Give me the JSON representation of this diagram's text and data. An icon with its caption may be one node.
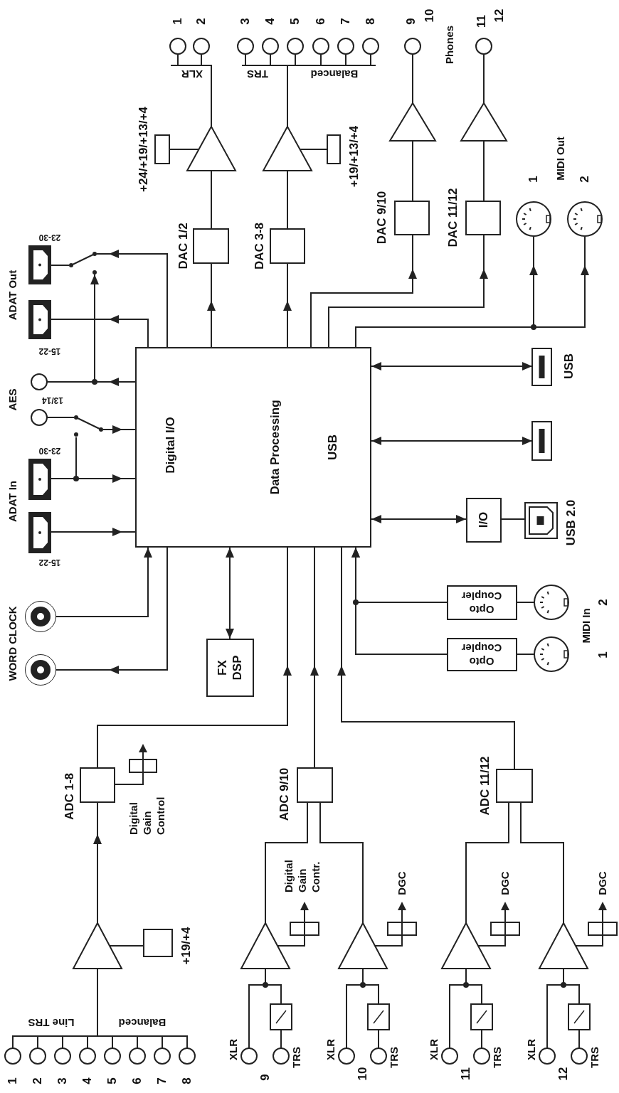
{
  "diagram": {
    "nodes": [
      {
        "text": [
          "Digital I/O",
          "Data Processing",
          "USB"
        ]
      },
      {
        "text": [],
        "shape": "triangle"
      },
      {
        "text": [],
        "shape": "box",
        "beside": [
          "+24/+19/+13/+4"
        ]
      },
      {
        "text": [],
        "shape": "box",
        "beside": [
          "DAC 1/2"
        ]
      },
      {
        "text": [],
        "shape": "circle"
      },
      {
        "text": [],
        "shape": "circle"
      },
      {
        "text": [],
        "shape": "triangle"
      },
      {
        "text": [],
        "shape": "box",
        "beside": [
          "+19/+13/+4"
        ]
      },
      {
        "text": [],
        "shape": "box",
        "beside": [
          "DAC 3-8"
        ]
      },
      {
        "text": [],
        "shape": "circle"
      },
      {
        "text": [],
        "shape": "circle"
      },
      {
        "text": [],
        "shape": "circle"
      },
      {
        "text": [],
        "shape": "circle"
      },
      {
        "text": [],
        "shape": "circle"
      },
      {
        "text": [],
        "shape": "circle"
      },
      {
        "text": [],
        "shape": "triangle"
      },
      {
        "text": [],
        "shape": "box",
        "beside": [
          "DAC 9/10"
        ]
      },
      {
        "text": [],
        "shape": "circle"
      },
      {
        "text": [],
        "shape": "triangle"
      },
      {
        "text": [],
        "shape": "box",
        "beside": [
          "DAC 11/12"
        ]
      },
      {
        "text": [],
        "shape": "circle"
      },
      {
        "text": [],
        "shape": "circle"
      },
      {
        "text": [],
        "shape": "circle"
      },
      {
        "text": [],
        "shape": "box",
        "beside": [
          "USB"
        ]
      },
      {
        "text": [],
        "shape": "box"
      },
      {
        "text": [
          "I/O"
        ]
      },
      {
        "text": [],
        "shape": "box",
        "beside": [
          "USB 2.0"
        ]
      },
      {
        "text": [
          "Opto Coupler"
        ]
      },
      {
        "text": [],
        "shape": "circle"
      },
      {
        "text": [
          "Opto Coupler"
        ]
      },
      {
        "text": [],
        "shape": "circle"
      },
      {
        "text": [],
        "shape": "box",
        "beside": [
          "23-30"
        ]
      },
      {
        "text": [],
        "shape": "box",
        "beside": [
          "15-22"
        ]
      },
      {
        "text": [],
        "shape": "switch"
      },
      {
        "text": [],
        "shape": "circle"
      },
      {
        "text": [],
        "shape": "circle"
      },
      {
        "text": [],
        "shape": "switch"
      },
      {
        "text": [],
        "shape": "box",
        "beside": [
          "23-30"
        ]
      },
      {
        "text": [],
        "shape": "box",
        "beside": [
          "15-22"
        ]
      },
      {
        "text": [],
        "shape": "circle"
      },
      {
        "text": [],
        "shape": "circle"
      },
      {
        "text": [
          "FX DSP"
        ]
      },
      {
        "text": [],
        "shape": "box",
        "beside": [
          "ADC 1-8"
        ]
      },
      {
        "text": [],
        "shape": "box",
        "beside": [
          "Digital Gain Control"
        ]
      },
      {
        "text": [],
        "shape": "triangle"
      },
      {
        "text": [],
        "shape": "box",
        "beside": [
          "+19/+4"
        ]
      },
      {
        "text": [],
        "shape": "circle"
      },
      {
        "text": [],
        "shape": "circle"
      },
      {
        "text": [],
        "shape": "circle"
      },
      {
        "text": [],
        "shape": "circle"
      },
      {
        "text": [],
        "shape": "circle"
      },
      {
        "text": [],
        "shape": "circle"
      },
      {
        "text": [],
        "shape": "circle"
      },
      {
        "text": [],
        "shape": "circle"
      },
      {
        "text": [],
        "shape": "box",
        "beside": [
          "ADC 9/10"
        ]
      },
      {
        "text": [],
        "shape": "triangle"
      },
      {
        "text": [],
        "shape": "box",
        "beside": [
          "Digital Gain Contr."
        ]
      },
      {
        "text": [],
        "shape": "circle",
        "beside": [
          "XLR"
        ]
      },
      {
        "text": [],
        "shape": "box"
      },
      {
        "text": [],
        "shape": "circle",
        "beside": [
          "TRS"
        ]
      },
      {
        "text": [],
        "shape": "triangle"
      },
      {
        "text": [],
        "shape": "box",
        "beside": [
          "DGC"
        ]
      },
      {
        "text": [],
        "shape": "circle",
        "beside": [
          "XLR"
        ]
      },
      {
        "text": [],
        "shape": "box"
      },
      {
        "text": [],
        "shape": "circle",
        "beside": [
          "TRS"
        ]
      },
      {
        "text": [],
        "shape": "box",
        "beside": [
          "ADC 11/12"
        ]
      },
      {
        "text": [],
        "shape": "triangle"
      },
      {
        "text": [],
        "shape": "box",
        "beside": [
          "DGC"
        ]
      },
      {
        "text": [],
        "shape": "circle",
        "beside": [
          "XLR"
        ]
      },
      {
        "text": [],
        "shape": "box"
      },
      {
        "text": [],
        "shape": "circle",
        "beside": [
          "TRS"
        ]
      },
      {
        "text": [],
        "shape": "triangle"
      },
      {
        "text": [],
        "shape": "box",
        "beside": [
          "DGC"
        ]
      },
      {
        "text": [],
        "shape": "circle",
        "beside": [
          "XLR"
        ]
      },
      {
        "text": [],
        "shape": "box"
      },
      {
        "text": [],
        "shape": "circle",
        "beside": [
          "TRS"
        ]
      }
    ],
    "edges": [
      {
        "from": 0,
        "to": 3,
        "arrow": "to"
      },
      {
        "from": 3,
        "to": 1,
        "arrow": "none"
      },
      {
        "from": 2,
        "to": 1,
        "arrow": "none"
      },
      {
        "from": 1,
        "to": 4,
        "arrow": "none"
      },
      {
        "from": 1,
        "to": 5,
        "arrow": "none"
      },
      {
        "from": 0,
        "to": 8,
        "arrow": "to"
      },
      {
        "from": 8,
        "to": 6,
        "arrow": "none"
      },
      {
        "from": 7,
        "to": 6,
        "arrow": "none"
      },
      {
        "from": 6,
        "to": 9,
        "arrow": "none"
      },
      {
        "from": 6,
        "to": 10,
        "arrow": "none"
      },
      {
        "from": 6,
        "to": 11,
        "arrow": "none"
      },
      {
        "from": 6,
        "to": 12,
        "arrow": "none"
      },
      {
        "from": 6,
        "to": 13,
        "arrow": "none"
      },
      {
        "from": 6,
        "to": 14,
        "arrow": "none"
      },
      {
        "from": 0,
        "to": 16,
        "arrow": "to"
      },
      {
        "from": 16,
        "to": 15,
        "arrow": "none"
      },
      {
        "from": 15,
        "to": 17,
        "arrow": "none"
      },
      {
        "from": 0,
        "to": 19,
        "arrow": "to"
      },
      {
        "from": 19,
        "to": 18,
        "arrow": "none"
      },
      {
        "from": 18,
        "to": 20,
        "arrow": "none"
      },
      {
        "from": 0,
        "to": 21,
        "arrow": "to"
      },
      {
        "from": 0,
        "to": 22,
        "arrow": "to"
      },
      {
        "from": 0,
        "to": 23,
        "arrow": "both"
      },
      {
        "from": 0,
        "to": 24,
        "arrow": "both"
      },
      {
        "from": 0,
        "to": 25,
        "arrow": "both"
      },
      {
        "from": 25,
        "to": 26,
        "arrow": "none"
      },
      {
        "from": 28,
        "to": 27,
        "arrow": "none"
      },
      {
        "from": 27,
        "to": 0,
        "arrow": "to"
      },
      {
        "from": 30,
        "to": 29,
        "arrow": "none"
      },
      {
        "from": 29,
        "to": 0,
        "arrow": "to"
      },
      {
        "from": 0,
        "to": 32,
        "arrow": "to"
      },
      {
        "from": 0,
        "to": 33,
        "arrow": "to"
      },
      {
        "from": 33,
        "to": 31,
        "arrow": "none"
      },
      {
        "from": 0,
        "to": 34,
        "arrow": "to"
      },
      {
        "from": 0,
        "to": 33,
        "arrow": "to"
      },
      {
        "from": 35,
        "to": 36,
        "arrow": "none"
      },
      {
        "from": 36,
        "to": 0,
        "arrow": "to"
      },
      {
        "from": 37,
        "to": 0,
        "arrow": "to"
      },
      {
        "from": 37,
        "to": 36,
        "arrow": "none"
      },
      {
        "from": 38,
        "to": 0,
        "arrow": "to"
      },
      {
        "from": 39,
        "to": 0,
        "arrow": "to"
      },
      {
        "from": 0,
        "to": 40,
        "arrow": "to"
      },
      {
        "from": 0,
        "to": 41,
        "arrow": "both"
      },
      {
        "from": 42,
        "to": 0,
        "arrow": "to"
      },
      {
        "from": 42,
        "to": 43,
        "arrow": "none"
      },
      {
        "from": 44,
        "to": 42,
        "arrow": "to"
      },
      {
        "from": 45,
        "to": 44,
        "arrow": "none"
      },
      {
        "from": 46,
        "to": 44,
        "arrow": "none"
      },
      {
        "from": 47,
        "to": 44,
        "arrow": "none"
      },
      {
        "from": 48,
        "to": 44,
        "arrow": "none"
      },
      {
        "from": 49,
        "to": 44,
        "arrow": "none"
      },
      {
        "from": 50,
        "to": 44,
        "arrow": "none"
      },
      {
        "from": 51,
        "to": 44,
        "arrow": "none"
      },
      {
        "from": 52,
        "to": 44,
        "arrow": "none"
      },
      {
        "from": 53,
        "to": 44,
        "arrow": "none"
      },
      {
        "from": 54,
        "to": 0,
        "arrow": "to"
      },
      {
        "from": 55,
        "to": 54,
        "arrow": "none"
      },
      {
        "from": 55,
        "to": 56,
        "arrow": "none"
      },
      {
        "from": 57,
        "to": 55,
        "arrow": "none"
      },
      {
        "from": 59,
        "to": 58,
        "arrow": "none"
      },
      {
        "from": 58,
        "to": 55,
        "arrow": "none"
      },
      {
        "from": 60,
        "to": 54,
        "arrow": "none"
      },
      {
        "from": 60,
        "to": 61,
        "arrow": "none"
      },
      {
        "from": 62,
        "to": 60,
        "arrow": "none"
      },
      {
        "from": 64,
        "to": 63,
        "arrow": "none"
      },
      {
        "from": 63,
        "to": 60,
        "arrow": "none"
      },
      {
        "from": 65,
        "to": 0,
        "arrow": "to"
      },
      {
        "from": 66,
        "to": 65,
        "arrow": "none"
      },
      {
        "from": 66,
        "to": 67,
        "arrow": "none"
      },
      {
        "from": 68,
        "to": 66,
        "arrow": "none"
      },
      {
        "from": 70,
        "to": 69,
        "arrow": "none"
      },
      {
        "from": 69,
        "to": 66,
        "arrow": "none"
      },
      {
        "from": 71,
        "to": 65,
        "arrow": "none"
      },
      {
        "from": 71,
        "to": 72,
        "arrow": "none"
      },
      {
        "from": 73,
        "to": 71,
        "arrow": "none"
      },
      {
        "from": 75,
        "to": 74,
        "arrow": "none"
      },
      {
        "from": 74,
        "to": 71,
        "arrow": "none"
      }
    ],
    "labels": [
      "1",
      "2",
      "XLR",
      "3",
      "4",
      "5",
      "6",
      "7",
      "8",
      "TRS",
      "Balanced",
      "9",
      "10",
      "Phones",
      "11",
      "12",
      "MIDI Out",
      "1",
      "2",
      "ADAT Out",
      "AES",
      "13/14",
      "ADAT In",
      "WORD CLOCK",
      "MIDI In",
      "2",
      "1",
      "Line TRS",
      "Balanced",
      "1",
      "2",
      "3",
      "4",
      "5",
      "6",
      "7",
      "8",
      "9",
      "10",
      "11",
      "12"
    ]
  }
}
